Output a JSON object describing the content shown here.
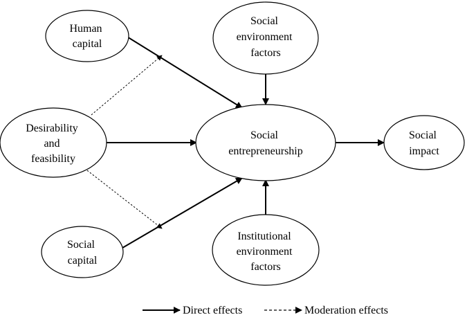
{
  "nodes": {
    "human_capital": {
      "lines": [
        "Human",
        "capital"
      ]
    },
    "social_environment": {
      "lines": [
        "Social",
        "environment",
        "factors"
      ]
    },
    "desirability": {
      "lines": [
        "Desirability",
        "and",
        "feasibility"
      ]
    },
    "social_entrepreneurship": {
      "lines": [
        "Social",
        "entrepreneurship"
      ]
    },
    "social_impact": {
      "lines": [
        "Social",
        "impact"
      ]
    },
    "social_capital": {
      "lines": [
        "Social",
        "capital"
      ]
    },
    "institutional_environment": {
      "lines": [
        "Institutional",
        "environment",
        "factors"
      ]
    }
  },
  "edges": [
    {
      "from": "human_capital",
      "to": "social_entrepreneurship",
      "kind": "direct"
    },
    {
      "from": "social_environment",
      "to": "social_entrepreneurship",
      "kind": "direct"
    },
    {
      "from": "desirability",
      "to": "social_entrepreneurship",
      "kind": "direct"
    },
    {
      "from": "social_capital",
      "to": "social_entrepreneurship",
      "kind": "direct"
    },
    {
      "from": "institutional_environment",
      "to": "social_entrepreneurship",
      "kind": "direct"
    },
    {
      "from": "social_entrepreneurship",
      "to": "social_impact",
      "kind": "direct"
    },
    {
      "from": "desirability",
      "to": "human_capital_path",
      "kind": "moderation"
    },
    {
      "from": "desirability",
      "to": "social_capital_path",
      "kind": "moderation"
    }
  ],
  "legend": {
    "direct_label": "Direct effects",
    "moderation_label": "Moderation effects"
  },
  "colors": {
    "stroke": "#000000",
    "background": "#ffffff"
  }
}
